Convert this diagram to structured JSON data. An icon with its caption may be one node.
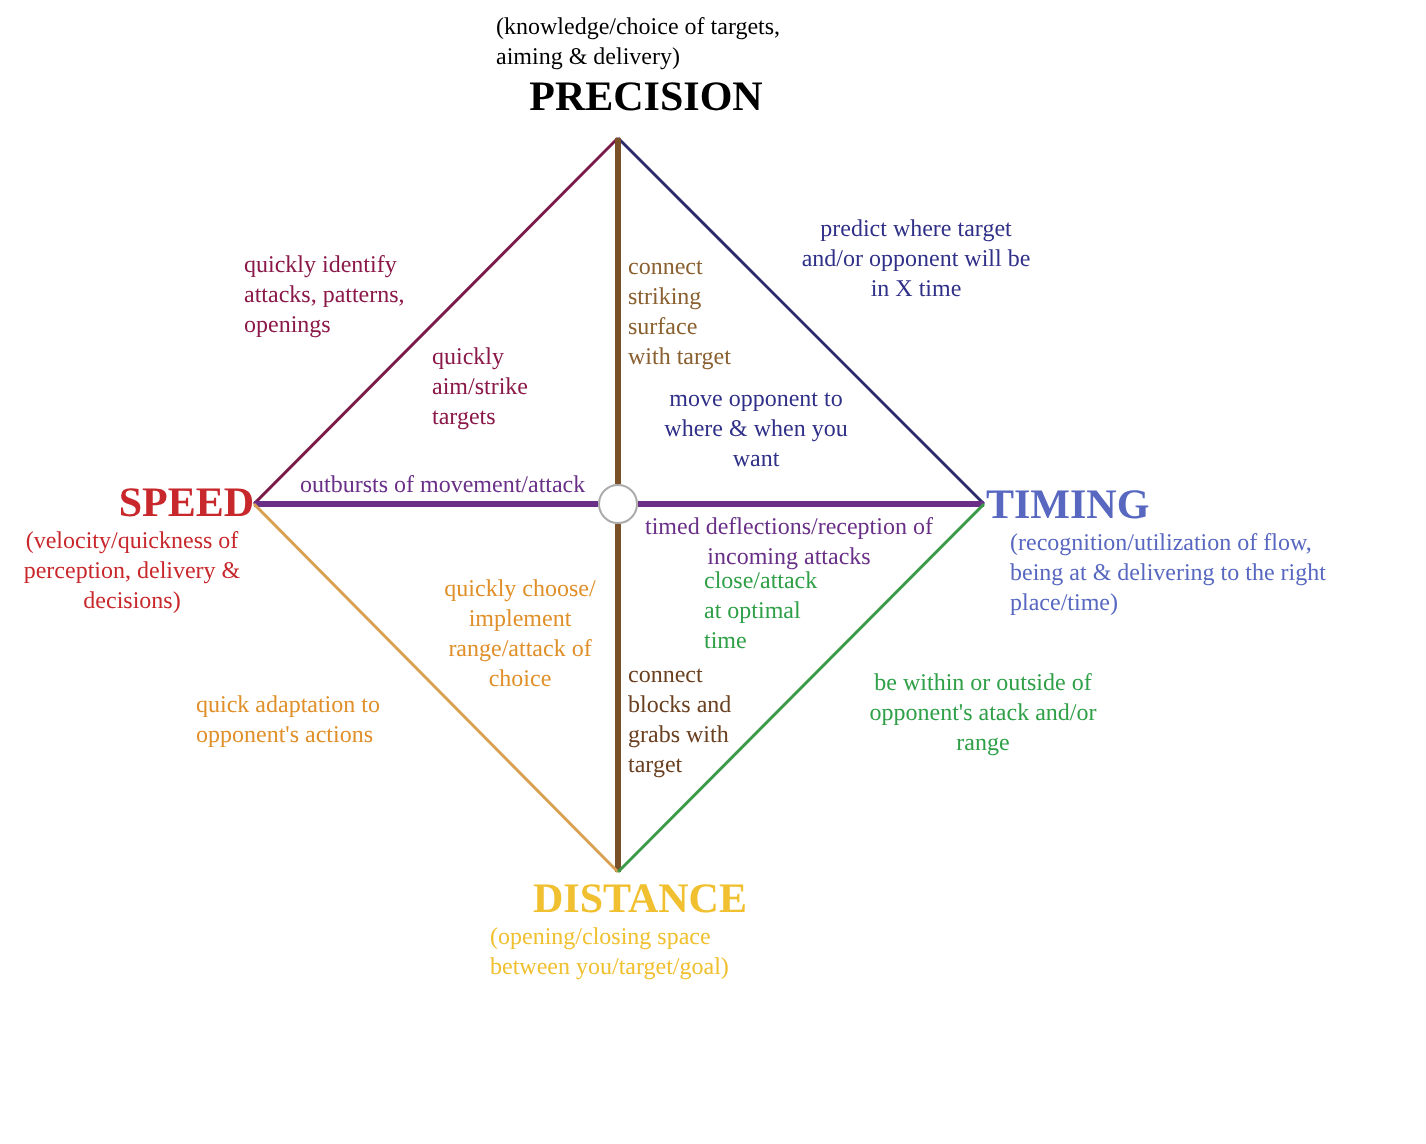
{
  "diagram": {
    "nodes": [
      {
        "text": [
          "(knowledge/choice of targets, aiming & delivery)",
          "PRECISION"
        ]
      },
      {
        "text": [
          "SPEED",
          "(velocity/quickness of perception, delivery & decisions)"
        ]
      },
      {
        "text": [
          "TIMING",
          "(recognition/utilization of flow, being at & delivering to the right place/time)"
        ]
      },
      {
        "text": [
          "DISTANCE",
          "(opening/closing space between you/target/goal)"
        ]
      },
      {
        "text": [],
        "shape": "circle"
      }
    ],
    "edges": [
      {
        "from": 0,
        "to": 1,
        "arrow": "none",
        "label": "quickly aim/strike targets",
        "color": "#7a1a48"
      },
      {
        "from": 0,
        "to": 2,
        "arrow": "none",
        "label": "move opponent to where & when you want",
        "color": "#2a2a6a"
      },
      {
        "from": 1,
        "to": 4,
        "arrow": "none",
        "label": "outbursts of movement/attack",
        "style": "thick",
        "color": "#6a3088"
      },
      {
        "from": 4,
        "to": 2,
        "arrow": "none",
        "label": "timed deflections/reception of incoming attacks",
        "style": "thick",
        "color": "#6a3088"
      },
      {
        "from": 0,
        "to": 4,
        "arrow": "none",
        "label": "connect striking surface with target",
        "style": "thick",
        "color": "#7a5028"
      },
      {
        "from": 4,
        "to": 3,
        "arrow": "none",
        "label": "connect blocks and grabs with target",
        "style": "thick",
        "color": "#7a5028"
      },
      {
        "from": 1,
        "to": 3,
        "arrow": "none",
        "label": "quickly choose/ implement range/attack of choice",
        "color": "#d8a050"
      },
      {
        "from": 2,
        "to": 3,
        "arrow": "none",
        "label": "close/attack at optimal time",
        "color": "#3a9a48"
      }
    ],
    "labels": [
      "quickly identify attacks, patterns, openings",
      "predict where target and/or opponent will be in X time",
      "quick adaptation to opponent's actions",
      "be within or outside of opponent's atack and/or range"
    ]
  }
}
